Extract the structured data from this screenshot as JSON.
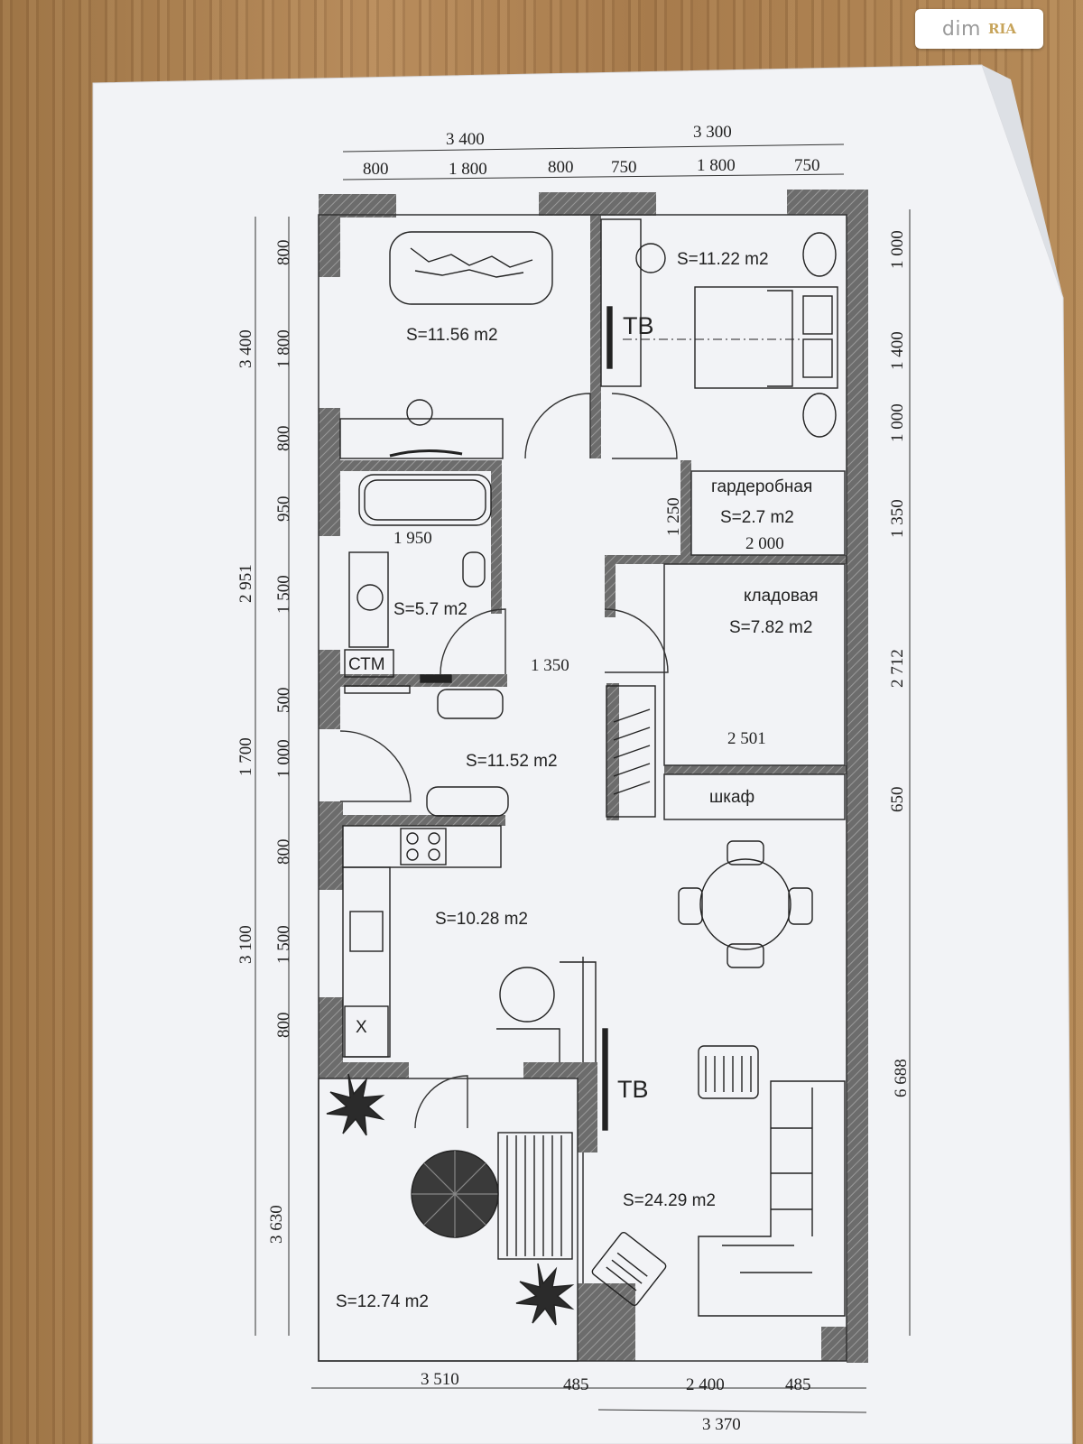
{
  "logo": {
    "brand": "dim",
    "sub": "RIA"
  },
  "dimensions": {
    "top_total": [
      "3 400",
      "3 300"
    ],
    "top_segments": [
      "800",
      "1 800",
      "800",
      "750",
      "1 800",
      "750"
    ],
    "left_outer": [
      "3 400",
      "2 951",
      "1 700",
      "3 100",
      "3 630"
    ],
    "left_inner": [
      "800",
      "1 800",
      "800",
      "950",
      "1 500",
      "500",
      "1 000",
      "800",
      "1 500",
      "800"
    ],
    "right": [
      "1 000",
      "1 400",
      "1 000",
      "1 350",
      "2 712",
      "650",
      "6 688"
    ],
    "bottom_segments": [
      "3 510",
      "485",
      "2 400",
      "485"
    ],
    "bottom_total": "3 370",
    "interior": [
      "1 950",
      "1 250",
      "2 000",
      "1 350",
      "2 501"
    ]
  },
  "rooms": {
    "bedroom1_area": "S=11.56 m2",
    "bedroom2_area": "S=11.22 m2",
    "bedroom2_tv": "ТВ",
    "wardrobe_name": "гардеробная",
    "wardrobe_area": "S=2.7 m2",
    "bathroom_area": "S=5.7 m2",
    "washer_label": "СТМ",
    "pantry_name": "кладовая",
    "pantry_area": "S=7.82 m2",
    "hall_area": "S=11.52 m2",
    "closet_name": "шкаф",
    "kitchen_area": "S=10.28 m2",
    "fridge_label": "Х",
    "living_area": "S=24.29 m2",
    "living_tv": "ТВ",
    "loggia_area": "S=12.74 m2"
  },
  "colors": {
    "wall": "#6f6f6f",
    "paper": "#f3f4f6",
    "ink": "#222222"
  }
}
